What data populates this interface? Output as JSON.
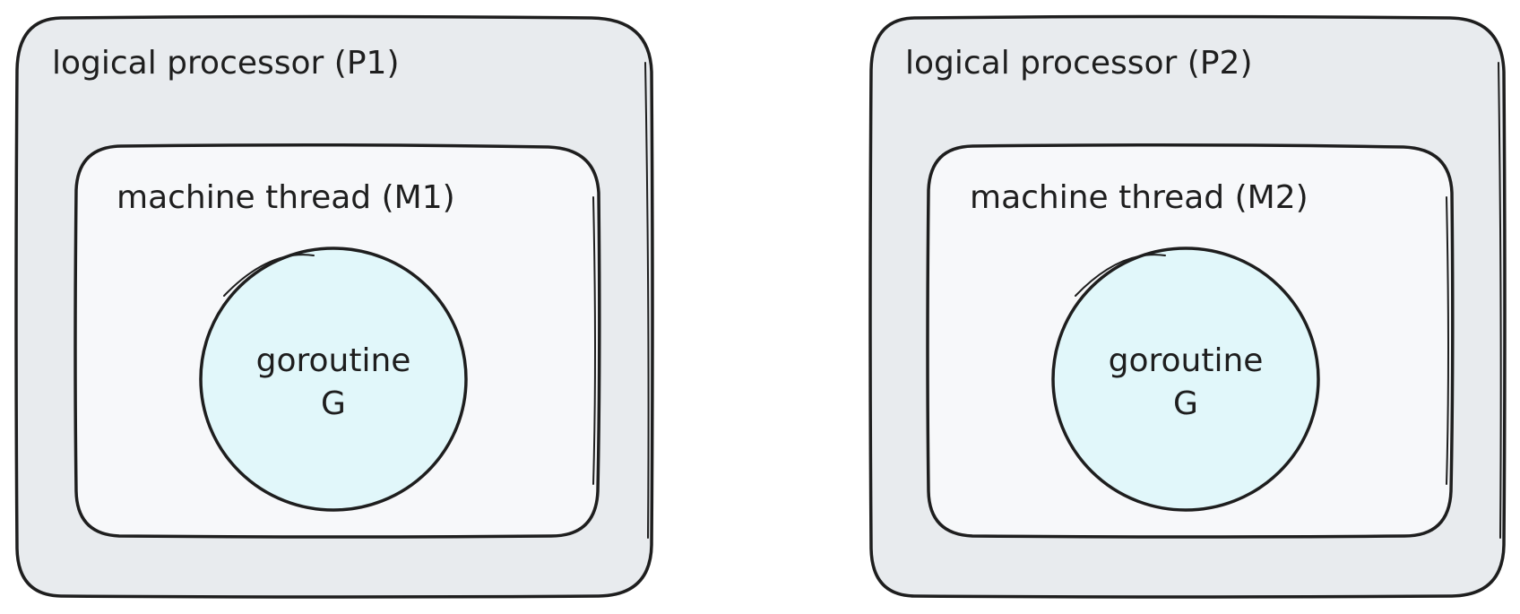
{
  "diagram": {
    "processors": [
      {
        "label": "logical processor (P1)",
        "thread": {
          "label": "machine thread (M1)",
          "goroutine": {
            "line1": "goroutine",
            "line2": "G"
          }
        }
      },
      {
        "label": "logical processor (P2)",
        "thread": {
          "label": "machine thread (M2)",
          "goroutine": {
            "line1": "goroutine",
            "line2": "G"
          }
        }
      }
    ]
  },
  "colors": {
    "processor_fill": "#e8ebee",
    "thread_fill": "#f7f8fa",
    "goroutine_fill": "#e1f7fa",
    "stroke": "#1e1e1e"
  }
}
